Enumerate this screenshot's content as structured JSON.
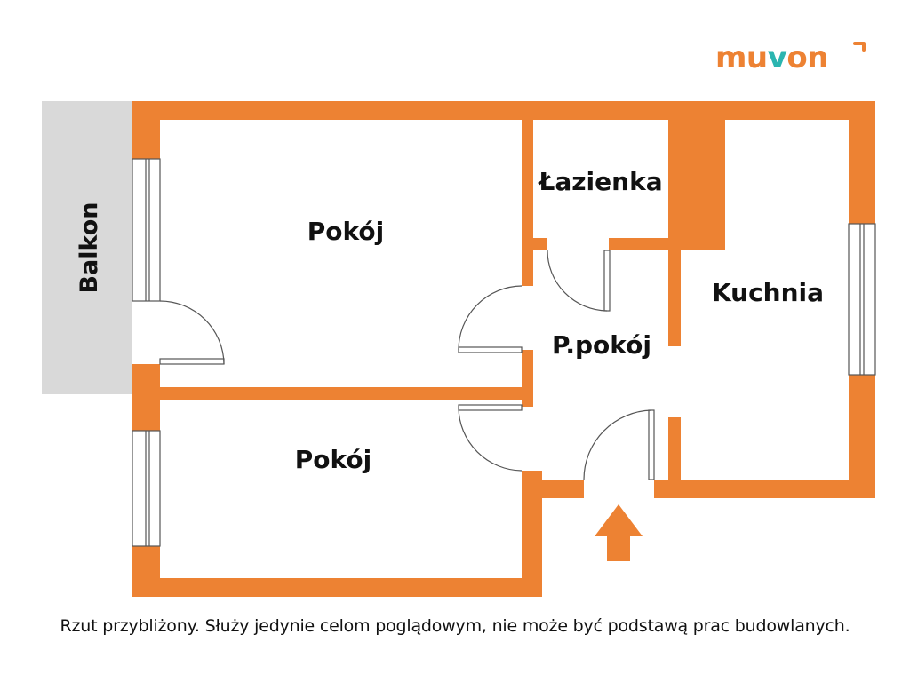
{
  "brand": {
    "logo_text": "muvon",
    "colors": {
      "primary": "#ed8233",
      "secondary": "#2bb5b0"
    }
  },
  "colors": {
    "wall": "#ed8233",
    "balcony": "#d9d9d9",
    "background": "#ffffff",
    "text": "#111111"
  },
  "rooms": {
    "balcony": "Balkon",
    "room_large": "Pokój",
    "bathroom": "Łazienka",
    "kitchen": "Kuchnia",
    "hallway": "P.pokój",
    "room_small": "Pokój"
  },
  "entrance_icon": "arrow-up-icon",
  "disclaimer": "Rzut przybliżony. Służy jedynie celom poglądowym, nie może być podstawą prac budowlanych."
}
